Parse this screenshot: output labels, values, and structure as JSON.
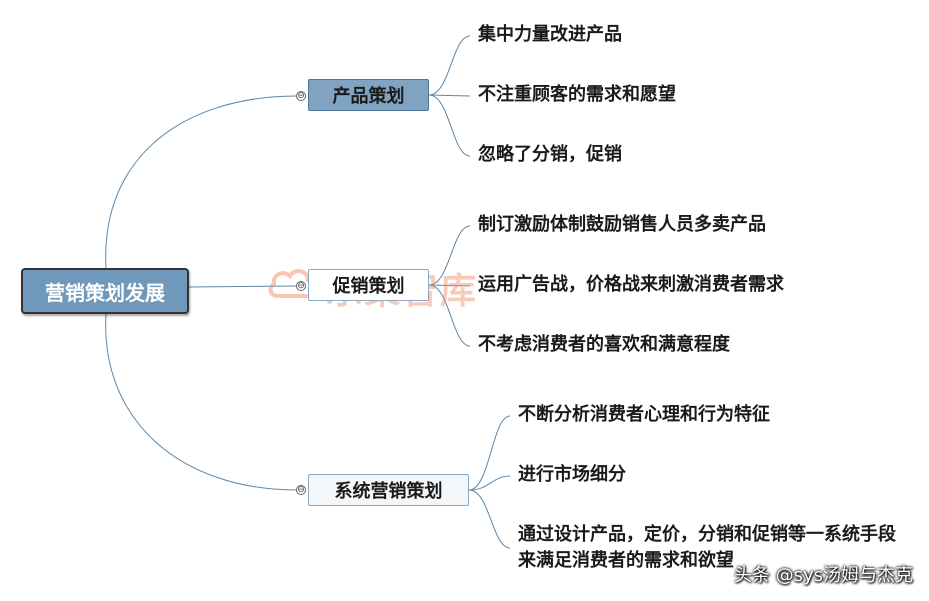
{
  "root": {
    "label": "营销策划发展"
  },
  "branches": [
    {
      "label": "产品策划",
      "items": [
        "集中力量改进产品",
        "不注重顾客的需求和愿望",
        "忽略了分销，促销"
      ]
    },
    {
      "label": "促销策划",
      "items": [
        "制订激励体制鼓励销售人员多卖产品",
        "运用广告战，价格战来刺激消费者需求",
        "不考虑消费者的喜欢和满意程度"
      ]
    },
    {
      "label": "系统营销策划",
      "items": [
        "不断分析消费者心理和行为特征",
        "进行市场细分",
        "通过设计产品，定价，分销和促销等一系统手段来满足消费者的需求和欲望"
      ]
    }
  ],
  "collapse_symbol": "⊖",
  "watermark": "乐聚智库",
  "credit": "头条 @sys汤姆与杰克",
  "colors": {
    "root_fill": "#6f98ba",
    "branch1_fill": "#7fa3c1",
    "connector": "#5b87a8",
    "watermark": "#f08c64"
  }
}
